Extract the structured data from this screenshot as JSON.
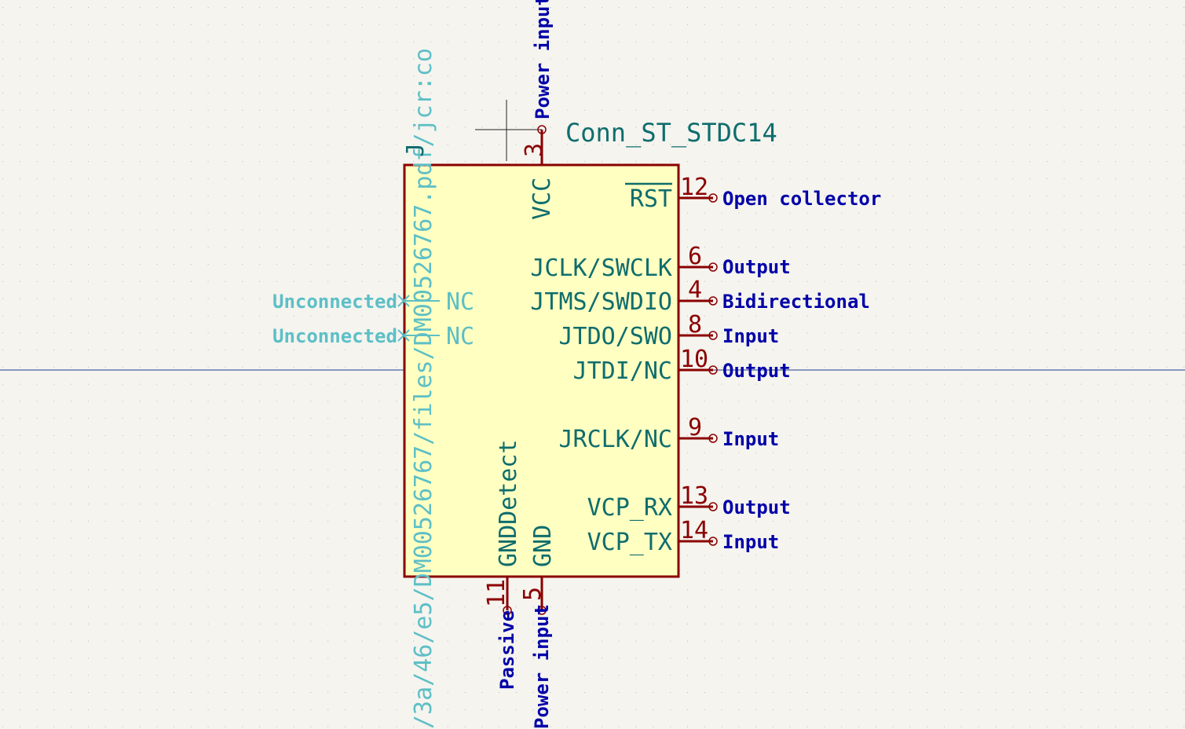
{
  "component": {
    "reference": "J",
    "value": "Conn_ST_STDC14",
    "datasheet": "/3a/46/e5/DM00526767/files/DM00526767.pdf/jcr:co"
  },
  "pins_top": [
    {
      "id": "vcc",
      "number": "3",
      "name": "VCC",
      "type": "Power input"
    }
  ],
  "pins_bottom": [
    {
      "id": "gnddetect",
      "number": "11",
      "name": "GNDDetect",
      "type": "Passive"
    },
    {
      "id": "gnd",
      "number": "5",
      "name": "GND",
      "type": "Power input"
    }
  ],
  "pins_right": [
    {
      "id": "rst",
      "number": "12",
      "name": "RST",
      "type": "Open collector"
    },
    {
      "id": "jclk",
      "number": "6",
      "name": "JCLK/SWCLK",
      "type": "Output"
    },
    {
      "id": "jtms",
      "number": "4",
      "name": "JTMS/SWDIO",
      "type": "Bidirectional"
    },
    {
      "id": "jtdo",
      "number": "8",
      "name": "JTDO/SWO",
      "type": "Input"
    },
    {
      "id": "jtdi",
      "number": "10",
      "name": "JTDI/NC",
      "type": "Output"
    },
    {
      "id": "jrclk",
      "number": "9",
      "name": "JRCLK/NC",
      "type": "Input"
    },
    {
      "id": "vcprx",
      "number": "13",
      "name": "VCP_RX",
      "type": "Output"
    },
    {
      "id": "vcptx",
      "number": "14",
      "name": "VCP_TX",
      "type": "Input"
    }
  ],
  "pins_left": [
    {
      "id": "nc1",
      "name": "NC",
      "type": "Unconnected"
    },
    {
      "id": "nc2",
      "name": "NC",
      "type": "Unconnected"
    }
  ],
  "colors": {
    "background": "#f5f4ef",
    "grid": "#b9b9b2",
    "body_fill": "#ffffc2",
    "body_stroke": "#8b0000",
    "pin_number": "#8b0000",
    "pin_name": "#0f6d6d",
    "pin_type": "#0000a8",
    "unconnected": "#5dbfc6",
    "wire": "#1c3f8f"
  }
}
